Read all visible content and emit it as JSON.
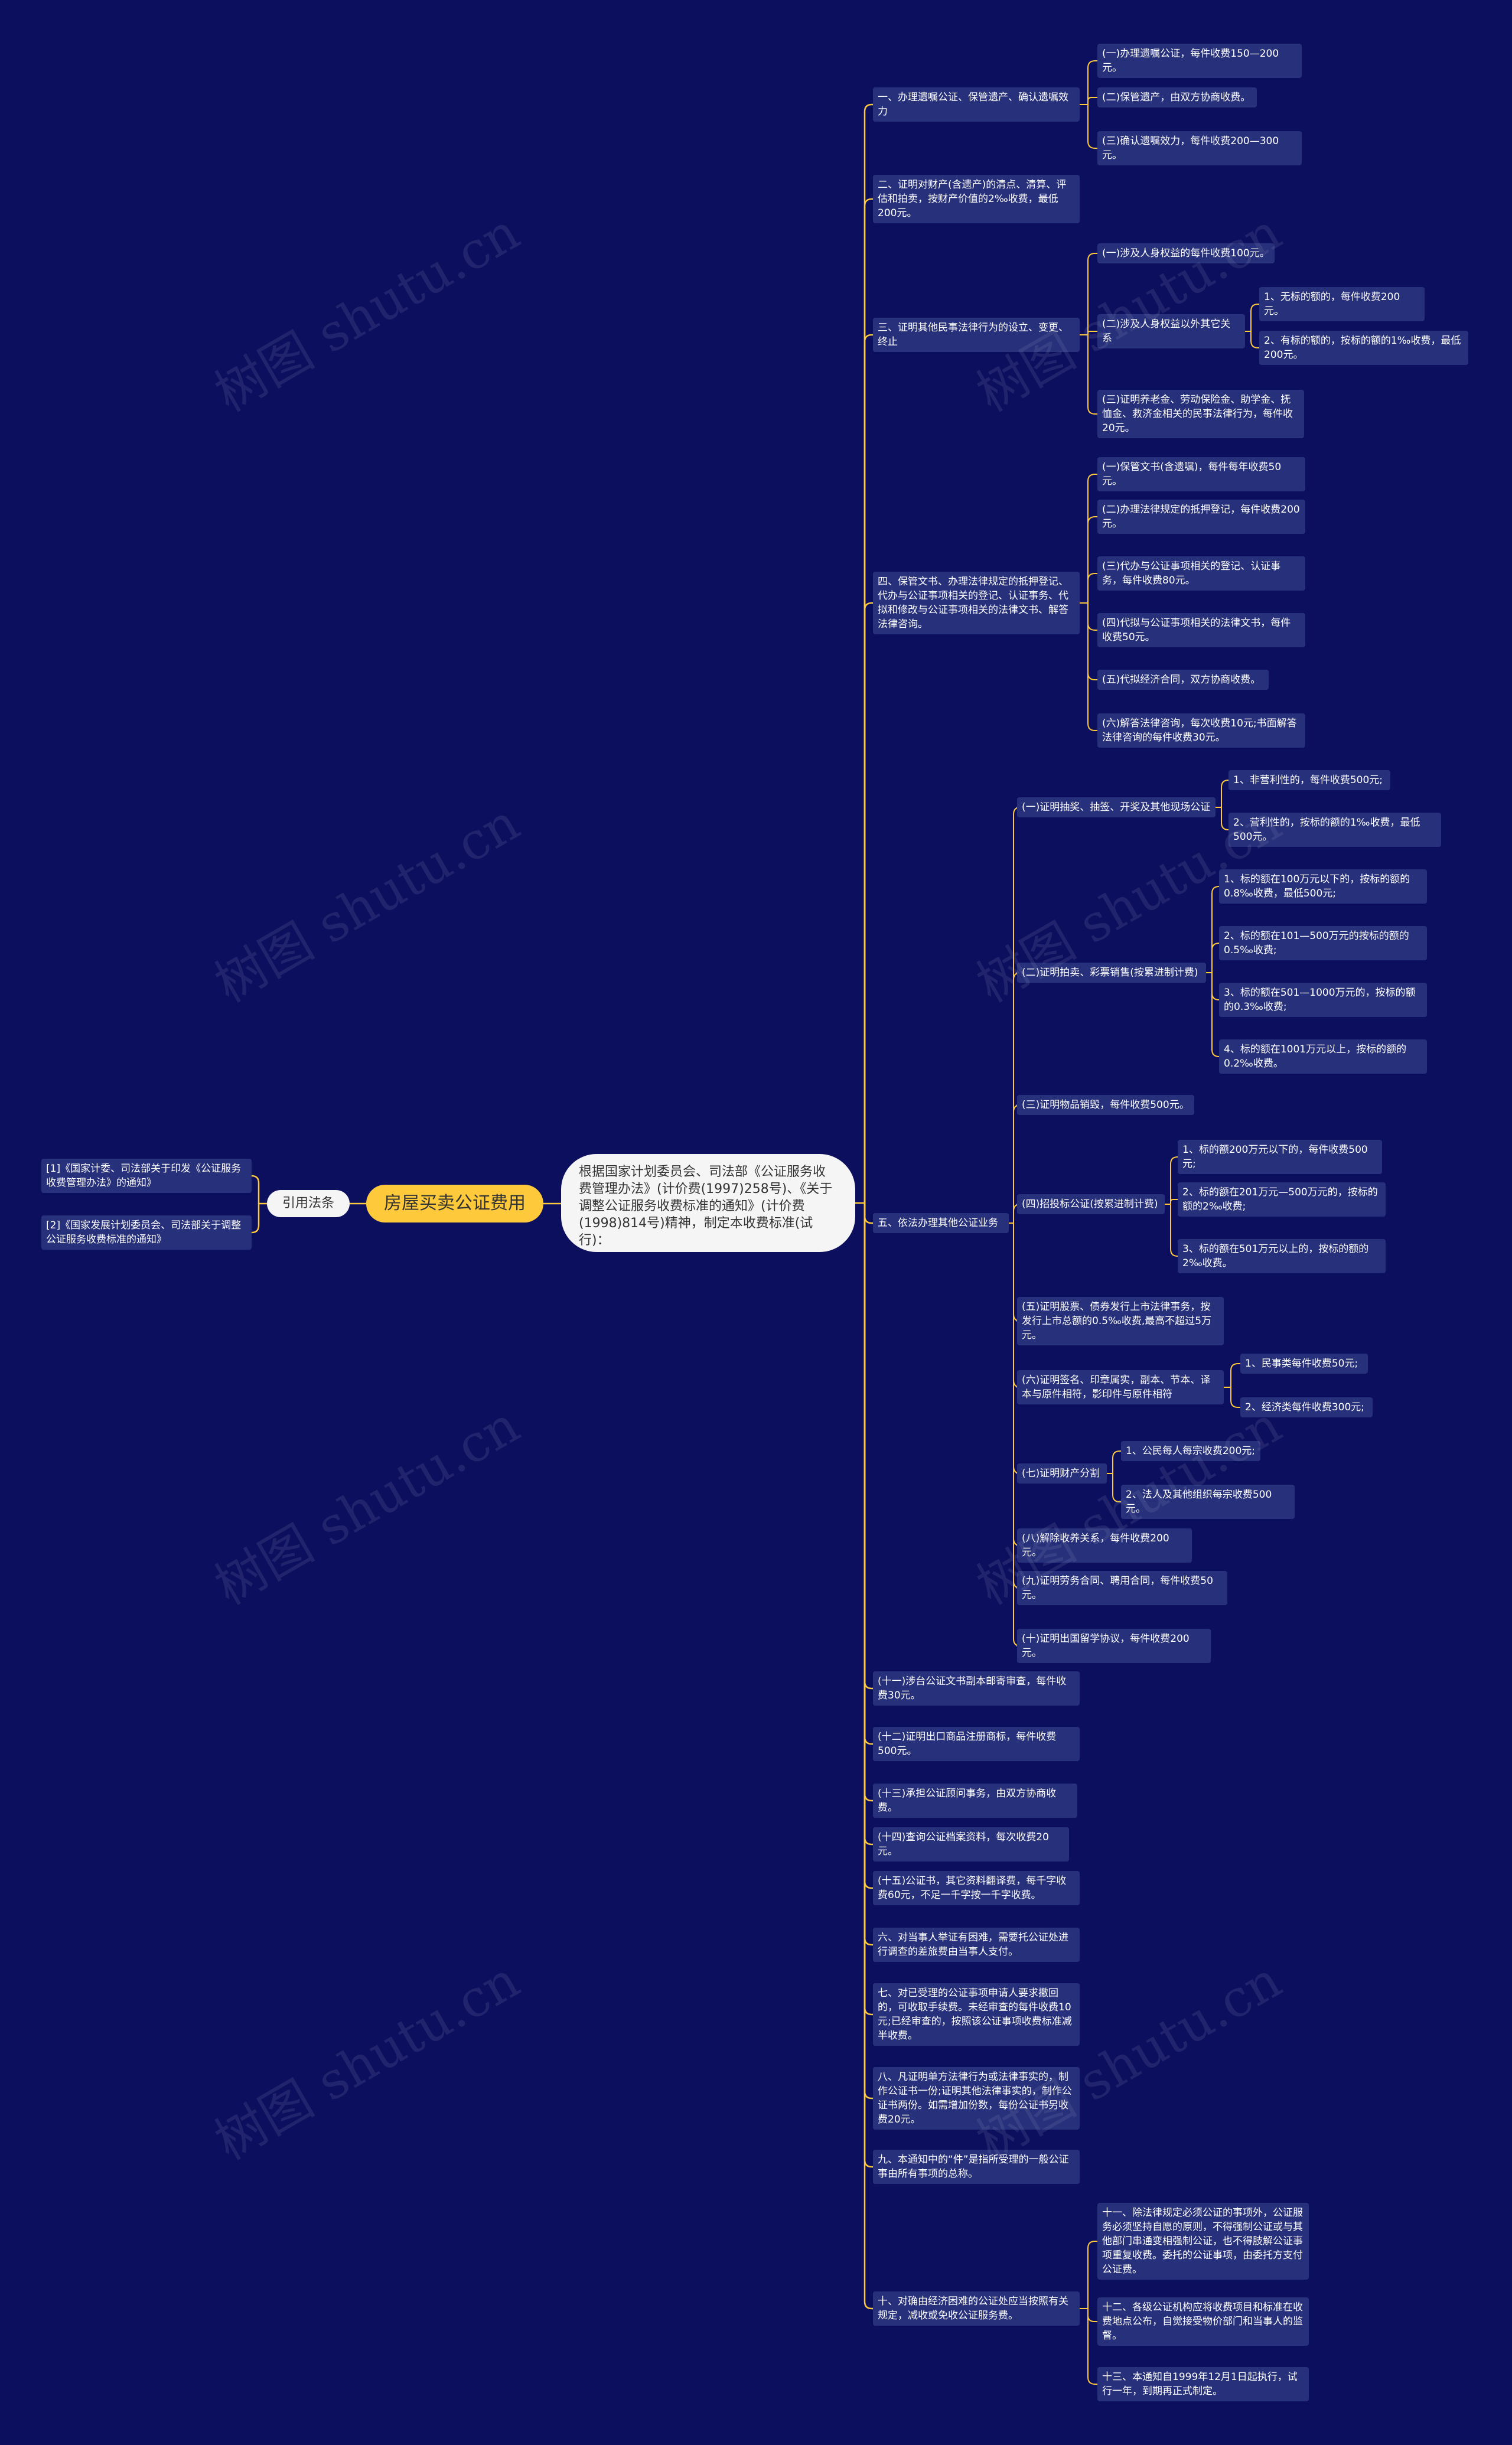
{
  "title": "房屋买卖公证费用",
  "intro": "根据国家计划委员会、司法部《公证服务收费管理办法》(计价费(1997)258号)、《关于调整公证服务收费标准的通知》(计价费(1998)814号)精神，制定本收费标准(试行)：",
  "citations": {
    "label": "引用法条",
    "items": [
      "[1]《国家计委、司法部关于印发《公证服务收费管理办法》的通知》",
      "[2]《国家发展计划委员会、司法部关于调整公证服务收费标准的通知》"
    ]
  },
  "sections": {
    "s1": {
      "label": "一、办理遗嘱公证、保管遗产、确认遗嘱效力",
      "items": [
        "(一)办理遗嘱公证，每件收费150—200元。",
        "(二)保管遗产，由双方协商收费。",
        "(三)确认遗嘱效力，每件收费200—300元。"
      ]
    },
    "s2": {
      "label": "二、证明对财产(含遗产)的清点、清算、评估和拍卖，按财产价值的2‰收费，最低200元。"
    },
    "s3": {
      "label": "三、证明其他民事法律行为的设立、变更、终止",
      "a": "(一)涉及人身权益的每件收费100元。",
      "b": "(二)涉及人身权益以外其它关系",
      "b_items": [
        "1、无标的额的，每件收费200元。",
        "2、有标的额的，按标的额的1‰收费，最低200元。"
      ],
      "c": "(三)证明养老金、劳动保险金、助学金、抚恤金、救济金相关的民事法律行为，每件收20元。"
    },
    "s4": {
      "label": "四、保管文书、办理法律规定的抵押登记、代办与公证事项相关的登记、认证事务、代拟和修改与公证事项相关的法律文书、解答法律咨询。",
      "items": [
        "(一)保管文书(含遗嘱)，每件每年收费50元。",
        "(二)办理法律规定的抵押登记，每件收费200元。",
        "(三)代办与公证事项相关的登记、认证事务，每件收费80元。",
        "(四)代拟与公证事项相关的法律文书，每件收费50元。",
        "(五)代拟经济合同，双方协商收费。",
        "(六)解答法律咨询，每次收费10元;书面解答法律咨询的每件收费30元。"
      ]
    },
    "s5": {
      "label": "五、依法办理其他公证业务",
      "n1": "(一)证明抽奖、抽签、开奖及其他现场公证",
      "n1_items": [
        "1、非营利性的，每件收费500元;",
        "2、营利性的，按标的额的1‰收费，最低500元。"
      ],
      "n2": "(二)证明拍卖、彩票销售(按累进制计费)",
      "n2_items": [
        "1、标的额在100万元以下的，按标的额的0.8‰收费，最低500元;",
        "2、标的额在101—500万元的按标的额的0.5‰收费;",
        "3、标的额在501—1000万元的，按标的额的0.3‰收费;",
        "4、标的额在1001万元以上，按标的额的0.2‰收费。"
      ],
      "n3": "(三)证明物品销毁，每件收费500元。",
      "n4": "(四)招投标公证(按累进制计费)",
      "n4_items": [
        "1、标的额200万元以下的，每件收费500元;",
        "2、标的额在201万元—500万元的，按标的额的2‰收费;",
        "3、标的额在501万元以上的，按标的额的2‰收费。"
      ],
      "n5": "(五)证明股票、债券发行上市法律事务，按发行上市总额的0.5‰收费,最高不超过5万元。",
      "n6": "(六)证明签名、印章属实，副本、节本、译本与原件相符，影印件与原件相符",
      "n6_items": [
        "1、民事类每件收费50元;",
        "2、经济类每件收费300元;"
      ],
      "n7": "(七)证明财产分割",
      "n7_items": [
        "1、公民每人每宗收费200元;",
        "2、法人及其他组织每宗收费500元。"
      ],
      "n8": "(八)解除收养关系，每件收费200元。",
      "n9": "(九)证明劳务合同、聘用合同，每件收费50元。",
      "n10": "(十)证明出国留学协议，每件收费200元。"
    },
    "s6": {
      "label": "(十一)涉台公证文书副本邮寄审查，每件收费30元。"
    },
    "s7": {
      "label": "(十二)证明出口商品注册商标，每件收费500元。"
    },
    "s8": {
      "label": "(十三)承担公证顾问事务，由双方协商收费。"
    },
    "s9": {
      "label": "(十四)查询公证档案资料，每次收费20元。"
    },
    "s10": {
      "label": "(十五)公证书，其它资料翻译费，每千字收费60元，不足一千字按一千字收费。"
    },
    "s11": {
      "label": "六、对当事人举证有困难，需要托公证处进行调查的差旅费由当事人支付。"
    },
    "s12": {
      "label": "七、对已受理的公证事项申请人要求撤回的，可收取手续费。未经审查的每件收费10元;已经审查的，按照该公证事项收费标准减半收费。"
    },
    "s13": {
      "label": "八、凡证明单方法律行为或法律事实的，制作公证书一份;证明其他法律事实的，制作公证书两份。如需增加份数，每份公证书另收费20元。"
    },
    "s14": {
      "label": "九、本通知中的“件”是指所受理的一般公证事由所有事项的总称。"
    },
    "s15": {
      "label": "十、对确由经济困难的公证处应当按照有关规定，减收或免收公证服务费。",
      "items": [
        "十一、除法律规定必须公证的事项外，公证服务必须坚持自愿的原则，不得强制公证或与其他部门串通变相强制公证，也不得肢解公证事项重复收费。委托的公证事项，由委托方支付公证费。",
        "十二、各级公证机构应将收费项目和标准在收费地点公布，自觉接受物价部门和当事人的监督。",
        "十三、本通知自1999年12月1日起执行，试行一年，到期再正式制定。"
      ]
    }
  },
  "watermark": "树图 shutu.cn",
  "colors": {
    "background": "#0b0f5e",
    "node": "#27307a",
    "line": "#ffc93c",
    "central": "#ffc93c",
    "root": "#f5f5f5"
  }
}
